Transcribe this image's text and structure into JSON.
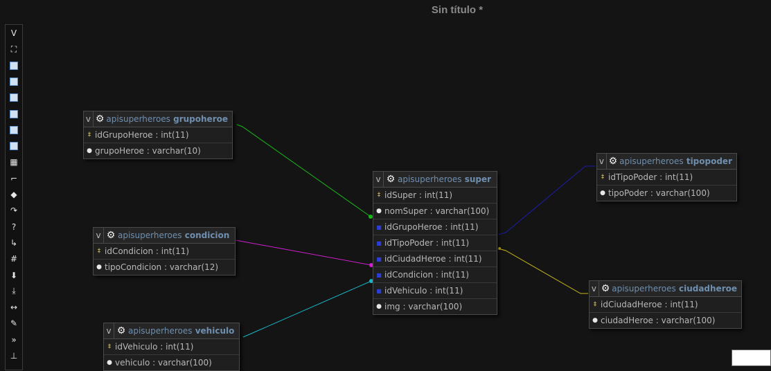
{
  "window": {
    "title": "Sin título *"
  },
  "toolbar": {
    "items": [
      {
        "name": "collapse-toggle",
        "glyph": "V"
      },
      {
        "name": "fullscreen-icon",
        "glyph": "⛶"
      },
      {
        "name": "new-table-icon",
        "glyph": ""
      },
      {
        "name": "new-document-icon",
        "glyph": ""
      },
      {
        "name": "edit-document-icon",
        "glyph": ""
      },
      {
        "name": "save-icon",
        "glyph": ""
      },
      {
        "name": "save-as-icon",
        "glyph": ""
      },
      {
        "name": "export-icon",
        "glyph": ""
      },
      {
        "name": "grid-icon",
        "glyph": "▦"
      },
      {
        "name": "connector-icon",
        "glyph": "⌐"
      },
      {
        "name": "point-icon",
        "glyph": "◆"
      },
      {
        "name": "redo-icon",
        "glyph": "↷"
      },
      {
        "name": "help-icon",
        "glyph": "?"
      },
      {
        "name": "align-icon",
        "glyph": "↳"
      },
      {
        "name": "hash-icon",
        "glyph": "#"
      },
      {
        "name": "arrow-down-icon",
        "glyph": "⬇"
      },
      {
        "name": "download-icon",
        "glyph": "⤓"
      },
      {
        "name": "resize-horizontal-icon",
        "glyph": "↔"
      },
      {
        "name": "edit-sql-icon",
        "glyph": "✎"
      },
      {
        "name": "more-icon",
        "glyph": "»"
      },
      {
        "name": "pin-icon",
        "glyph": "⊥"
      }
    ]
  },
  "tables": {
    "grupoheroe": {
      "toggle": "v",
      "schema": "apisuperheroes",
      "name": "grupoheroe",
      "fields": [
        {
          "icon": "key",
          "text": "idGrupoHeroe : int(11)"
        },
        {
          "icon": "attr",
          "text": "grupoHeroe : varchar(10)"
        }
      ]
    },
    "condicion": {
      "toggle": "v",
      "schema": "apisuperheroes",
      "name": "condicion",
      "fields": [
        {
          "icon": "key",
          "text": "idCondicion : int(11)"
        },
        {
          "icon": "attr",
          "text": "tipoCondicion : varchar(12)"
        }
      ]
    },
    "vehiculo": {
      "toggle": "v",
      "schema": "apisuperheroes",
      "name": "vehiculo",
      "fields": [
        {
          "icon": "key",
          "text": "idVehiculo : int(11)"
        },
        {
          "icon": "attr",
          "text": "vehiculo : varchar(100)"
        }
      ]
    },
    "super": {
      "toggle": "v",
      "schema": "apisuperheroes",
      "name": "super",
      "fields": [
        {
          "icon": "key",
          "text": "idSuper : int(11)"
        },
        {
          "icon": "attr",
          "text": "nomSuper : varchar(100)"
        },
        {
          "icon": "fk",
          "text": "idGrupoHeroe : int(11)"
        },
        {
          "icon": "fk",
          "text": "idTipoPoder : int(11)"
        },
        {
          "icon": "fk",
          "text": "idCiudadHeroe : int(11)"
        },
        {
          "icon": "fk",
          "text": "idCondicion : int(11)"
        },
        {
          "icon": "fk",
          "text": "idVehiculo : int(11)"
        },
        {
          "icon": "attr",
          "text": "img : varchar(100)"
        }
      ]
    },
    "tipopoder": {
      "toggle": "v",
      "schema": "apisuperheroes",
      "name": "tipopoder",
      "fields": [
        {
          "icon": "key",
          "text": "idTipoPoder : int(11)"
        },
        {
          "icon": "attr",
          "text": "tipoPoder : varchar(100)"
        }
      ]
    },
    "ciudadheroe": {
      "toggle": "v",
      "schema": "apisuperheroes",
      "name": "ciudadheroe",
      "fields": [
        {
          "icon": "key",
          "text": "idCiudadHeroe : int(11)"
        },
        {
          "icon": "attr",
          "text": "ciudadHeroe : varchar(100)"
        }
      ]
    }
  },
  "relations": [
    {
      "name": "relation-grupoheroe",
      "color": "#18b818"
    },
    {
      "name": "relation-condicion",
      "color": "#d21fd2"
    },
    {
      "name": "relation-vehiculo",
      "color": "#15b8c8"
    },
    {
      "name": "relation-tipopoder",
      "color": "#1c1ca8"
    },
    {
      "name": "relation-ciudadheroe",
      "color": "#c8b814"
    }
  ],
  "icons": {
    "key": "key-icon",
    "attr": "attribute-icon",
    "fk": "foreign-key-icon",
    "gear": "gear-icon"
  }
}
